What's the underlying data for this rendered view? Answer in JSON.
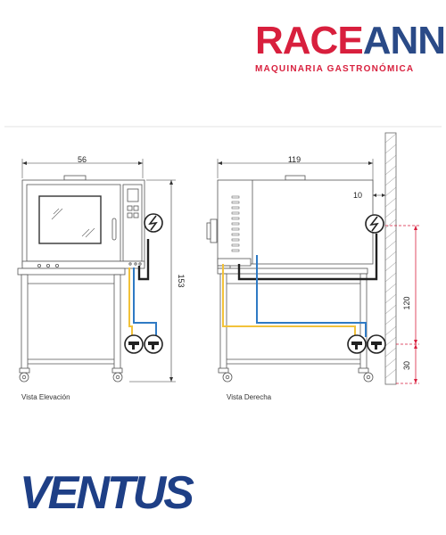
{
  "header": {
    "brand_part1": "RACE",
    "brand_part2": "ANNI",
    "tagline": "MAQUINARIA GASTRONÓMICA"
  },
  "dimensions": {
    "width": "56",
    "depth": "119",
    "height": "153",
    "wall_gap": "10",
    "connection_height_high": "120",
    "connection_height_low": "30"
  },
  "views": {
    "front_caption": "Vista Elevación",
    "side_caption": "Vista Derecha"
  },
  "footer": {
    "logo": "VENTUS"
  },
  "colors": {
    "brand_red": "#d81f3d",
    "brand_blue": "#2a4a87",
    "water_blue": "#2f7ac4",
    "water_yellow": "#f2c23a",
    "dimension_red": "#d81f3d"
  },
  "icons": [
    "electric-connection-icon",
    "water-tap-icon",
    "drain-tap-icon"
  ]
}
